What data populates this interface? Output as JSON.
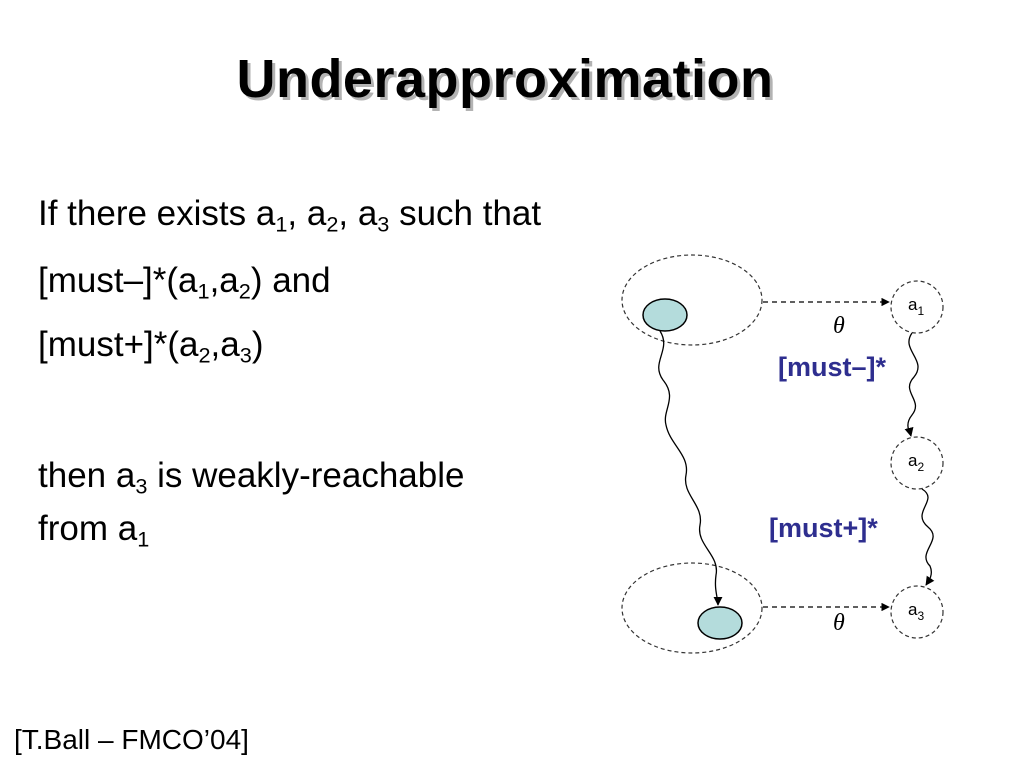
{
  "title": "Underapproximation",
  "body": {
    "line1": {
      "pre": "If there exists a",
      "s1": "1",
      "mid1": ", a",
      "s2": "2",
      "mid2": ", a",
      "s3": "3",
      "post": " such that"
    },
    "line2": {
      "pre": "[must–]*(a",
      "s1": "1",
      "mid": ",a",
      "s2": "2",
      "post": ") and"
    },
    "line3": {
      "pre": "[must+]*(a",
      "s1": "2",
      "mid": ",a",
      "s2": "3",
      "post": ")"
    },
    "line4": {
      "pre": "then a",
      "s1": "3",
      "post": " is weakly-reachable"
    },
    "line5": {
      "pre": "from a",
      "s1": "1"
    }
  },
  "diagram": {
    "nodes": {
      "a1": {
        "base": "a",
        "sub": "1"
      },
      "a2": {
        "base": "a",
        "sub": "2"
      },
      "a3": {
        "base": "a",
        "sub": "3"
      }
    },
    "theta_symbol": "θ",
    "must_minus_label": "[must–]*",
    "must_plus_label": "[must+]*",
    "colors": {
      "edge_label": "#2e2e8f",
      "concrete_state_fill": "#b4dcdc",
      "dashed_stroke": "#333333"
    }
  },
  "citation": "[T.Ball – FMCO’04]"
}
